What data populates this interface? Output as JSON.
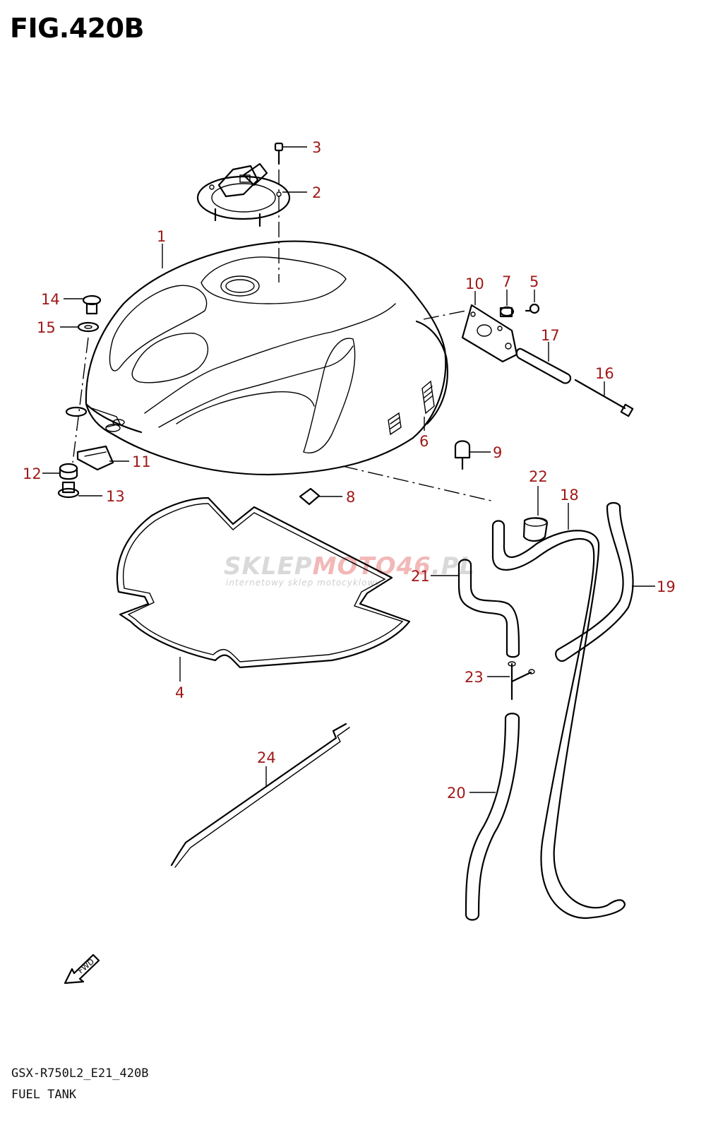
{
  "figure": {
    "title": "FIG.420B",
    "model_code": "GSX-R750L2_E21_420B",
    "section_name": "FUEL TANK"
  },
  "watermark": {
    "brand_left": "SKLEP",
    "brand_accent": "MOTO46",
    "brand_right": ".PL",
    "tagline": "internetowy sklep motocyklowy"
  },
  "direction_marker": {
    "label": "FWD",
    "icon": "fwd-arrow-icon"
  },
  "colors": {
    "callout": "#a01818",
    "line": "#000000",
    "watermark_accent": "#f2b8b8"
  },
  "callouts": [
    {
      "id": "1",
      "label": "1"
    },
    {
      "id": "2",
      "label": "2"
    },
    {
      "id": "3",
      "label": "3"
    },
    {
      "id": "4",
      "label": "4"
    },
    {
      "id": "5",
      "label": "5"
    },
    {
      "id": "6",
      "label": "6"
    },
    {
      "id": "7",
      "label": "7"
    },
    {
      "id": "8",
      "label": "8"
    },
    {
      "id": "9",
      "label": "9"
    },
    {
      "id": "10",
      "label": "10"
    },
    {
      "id": "11",
      "label": "11"
    },
    {
      "id": "12",
      "label": "12"
    },
    {
      "id": "13",
      "label": "13"
    },
    {
      "id": "14",
      "label": "14"
    },
    {
      "id": "15",
      "label": "15"
    },
    {
      "id": "16",
      "label": "16"
    },
    {
      "id": "17",
      "label": "17"
    },
    {
      "id": "18",
      "label": "18"
    },
    {
      "id": "19",
      "label": "19"
    },
    {
      "id": "20",
      "label": "20"
    },
    {
      "id": "21",
      "label": "21"
    },
    {
      "id": "22",
      "label": "22"
    },
    {
      "id": "23",
      "label": "23"
    },
    {
      "id": "24",
      "label": "24"
    }
  ]
}
